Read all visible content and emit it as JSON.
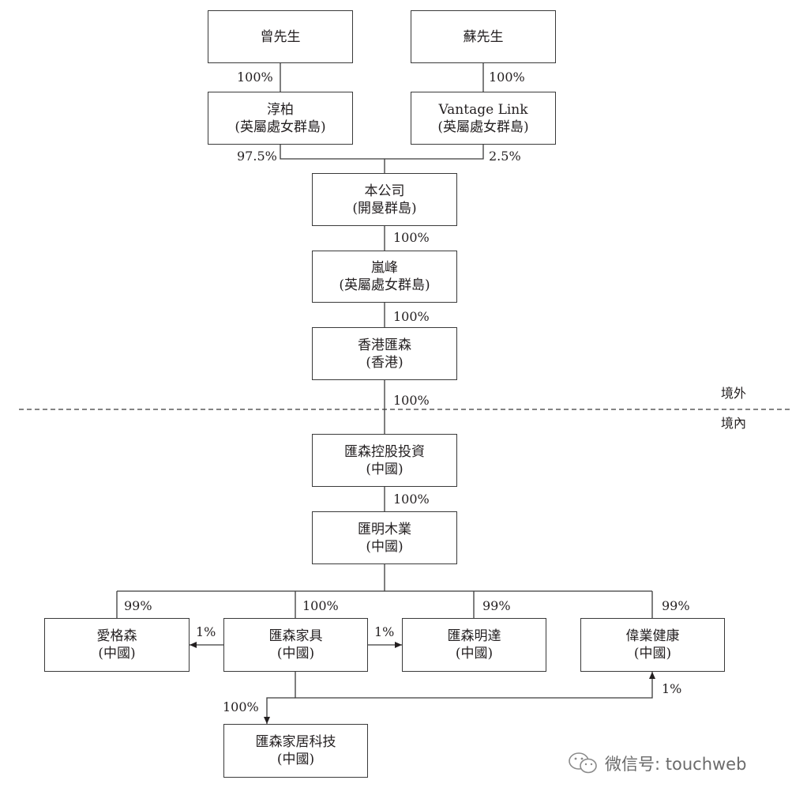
{
  "entities": {
    "zeng": {
      "name": "曾先生",
      "sub": ""
    },
    "su": {
      "name": "蘇先生",
      "sub": ""
    },
    "chunbo": {
      "name": "淳柏",
      "sub": "(英屬處女群島)"
    },
    "vantage": {
      "name": "Vantage Link",
      "sub": "(英屬處女群島)"
    },
    "company": {
      "name": "本公司",
      "sub": "(開曼群島)"
    },
    "lanfeng": {
      "name": "嵐峰",
      "sub": "(英屬處女群島)"
    },
    "hk": {
      "name": "香港匯森",
      "sub": "(香港)"
    },
    "holding": {
      "name": "匯森控股投資",
      "sub": "(中國)"
    },
    "huiming": {
      "name": "匯明木業",
      "sub": "(中國)"
    },
    "aigesen": {
      "name": "愛格森",
      "sub": "(中國)"
    },
    "furniture": {
      "name": "匯森家具",
      "sub": "(中國)"
    },
    "mingda": {
      "name": "匯森明達",
      "sub": "(中國)"
    },
    "weiye": {
      "name": "偉業健康",
      "sub": "(中國)"
    },
    "tech": {
      "name": "匯森家居科技",
      "sub": "(中國)"
    }
  },
  "ownership": {
    "zeng_chunbo": "100%",
    "su_vantage": "100%",
    "chunbo_company": "97.5%",
    "vantage_company": "2.5%",
    "company_lanfeng": "100%",
    "lanfeng_hk": "100%",
    "hk_holding": "100%",
    "holding_huiming": "100%",
    "huiming_aigesen": "99%",
    "huiming_furniture": "100%",
    "huiming_mingda": "99%",
    "huiming_weiye": "99%",
    "furniture_aigesen": "1%",
    "furniture_mingda": "1%",
    "furniture_weiye": "1%",
    "furniture_tech": "100%"
  },
  "zones": {
    "offshore": "境外",
    "onshore": "境內"
  },
  "watermark": {
    "text": "微信号: touchweb",
    "icon": "wechat-icon"
  }
}
